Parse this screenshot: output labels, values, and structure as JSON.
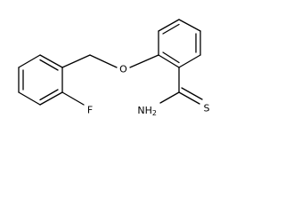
{
  "atom_labels": {
    "oxygen": "O",
    "fluorine": "F",
    "amine": "NH",
    "amine_subscript": "2",
    "sulfur": "S"
  }
}
